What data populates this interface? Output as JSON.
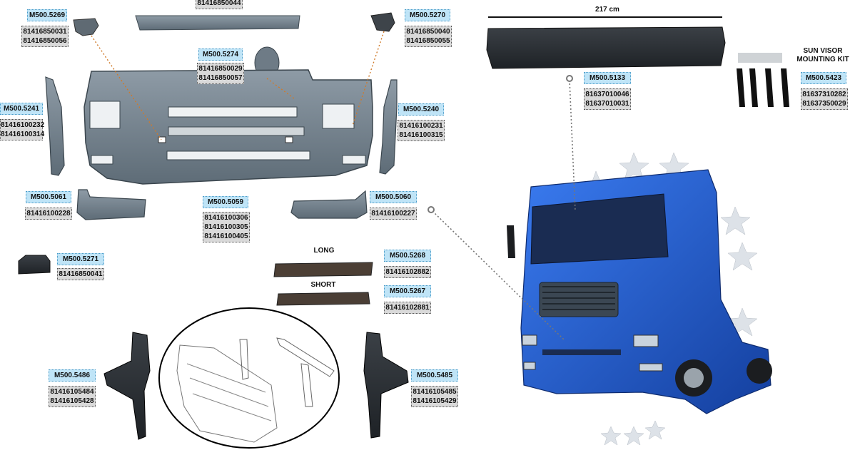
{
  "parts": [
    {
      "id": "top-visor",
      "code": "",
      "refs": [
        "81416850044"
      ]
    },
    {
      "id": "5269",
      "code": "M500.5269",
      "refs": [
        "81416850031",
        "81416850056"
      ]
    },
    {
      "id": "5270",
      "code": "M500.5270",
      "refs": [
        "81416850040",
        "81416850055"
      ]
    },
    {
      "id": "5274",
      "code": "M500.5274",
      "refs": [
        "81416850029",
        "81416850057"
      ]
    },
    {
      "id": "5241",
      "code": "M500.5241",
      "refs": [
        "81416100232",
        "81416100314"
      ]
    },
    {
      "id": "5240",
      "code": "M500.5240",
      "refs": [
        "81416100231",
        "81416100315"
      ]
    },
    {
      "id": "5061",
      "code": "M500.5061",
      "refs": [
        "81416100228"
      ]
    },
    {
      "id": "5060",
      "code": "M500.5060",
      "refs": [
        "81416100227"
      ]
    },
    {
      "id": "5059",
      "code": "M500.5059",
      "refs": [
        "81416100306",
        "81416100305",
        "81416100405"
      ]
    },
    {
      "id": "5271",
      "code": "M500.5271",
      "refs": [
        "81416850041"
      ]
    },
    {
      "id": "5268",
      "code": "M500.5268",
      "refs": [
        "81416102882"
      ]
    },
    {
      "id": "5267",
      "code": "M500.5267",
      "refs": [
        "81416102881"
      ]
    },
    {
      "id": "5486",
      "code": "M500.5486",
      "refs": [
        "81416105484",
        "81416105428"
      ]
    },
    {
      "id": "5485",
      "code": "M500.5485",
      "refs": [
        "81416105485",
        "81416105429"
      ]
    },
    {
      "id": "5133",
      "code": "M500.5133",
      "refs": [
        "81637010046",
        "81637010031"
      ]
    },
    {
      "id": "5423",
      "code": "M500.5423",
      "refs": [
        "81637310282",
        "81637350029"
      ]
    }
  ],
  "labels": {
    "long": "LONG",
    "short": "SHORT",
    "width": "217 cm",
    "kit_line1": "SUN VISOR",
    "kit_line2": "MOUNTING KIT"
  },
  "colors": {
    "part_grey": "#6b7a86",
    "truck_blue": "#1f5bd1",
    "code_bg": "#bfe4f7",
    "ref_bg": "#d9d9d9"
  }
}
